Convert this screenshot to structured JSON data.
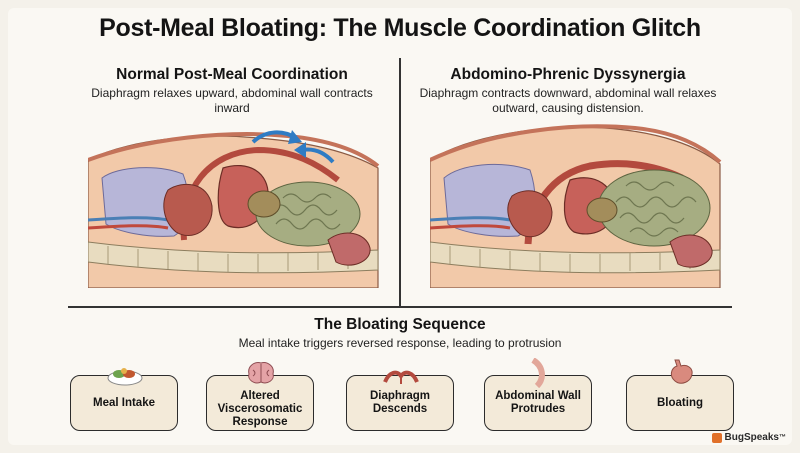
{
  "title": "Post-Meal Bloating: The Muscle Coordination Glitch",
  "panels": [
    {
      "heading": "Normal Post-Meal Coordination",
      "description": "Diaphragm relaxes upward, abdominal wall contracts inward"
    },
    {
      "heading": "Abdomino-Phrenic Dyssynergia",
      "description": "Diaphragm contracts downward, abdominal wall relaxes outward, causing distension."
    }
  ],
  "sequence": {
    "heading": "The Bloating Sequence",
    "subtitle": "Meal intake triggers reversed response, leading to protrusion",
    "steps": [
      {
        "label": "Meal Intake",
        "icon": "meal-plate-icon"
      },
      {
        "label": "Altered Viscerosomatic Response",
        "icon": "brain-icon"
      },
      {
        "label": "Diaphragm Descends",
        "icon": "diaphragm-icon"
      },
      {
        "label": "Abdominal Wall Protrudes",
        "icon": "abdominal-wall-icon"
      },
      {
        "label": "Bloating",
        "icon": "stomach-icon"
      }
    ]
  },
  "brand": {
    "name": "BugSpeaks",
    "mark": "™"
  },
  "colors": {
    "background": "#f4f1ea",
    "step_fill": "#f3ead9",
    "arrow": "#2f7cc4",
    "brand": "#e0702a"
  }
}
